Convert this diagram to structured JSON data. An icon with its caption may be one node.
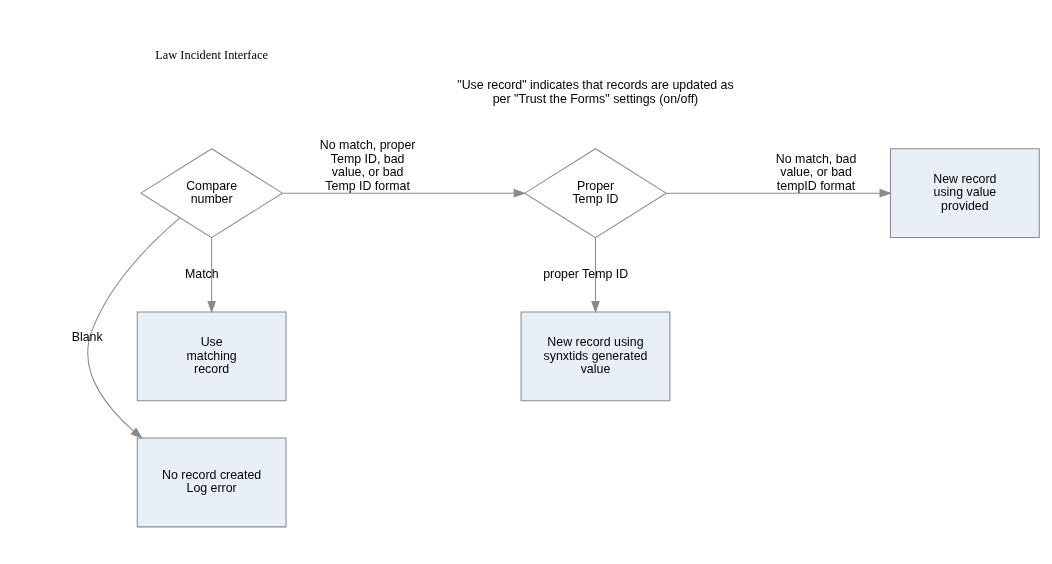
{
  "diagram": {
    "nodes": [
      {
        "text": [
          "No record created Log error"
        ]
      },
      {
        "text": [
          "Compare number"
        ]
      },
      {
        "text": [
          "Use matching record"
        ]
      },
      {
        "text": [
          "Proper Temp ID"
        ]
      },
      {
        "text": [
          "New record using synxtids generated value"
        ]
      },
      {
        "text": [
          "New record using value provided"
        ]
      }
    ],
    "edges": [
      {
        "from": 1,
        "to": 0,
        "arrow": "to",
        "label": "Blank"
      },
      {
        "from": 1,
        "to": 2,
        "arrow": "to",
        "label": "Match"
      },
      {
        "from": 1,
        "to": 3,
        "arrow": "to",
        "label": "No match, proper Temp ID, bad value, or bad Temp ID format"
      },
      {
        "from": 3,
        "to": 5,
        "arrow": "to",
        "label": "No match, bad value, or bad tempID format"
      },
      {
        "from": 3,
        "to": 4,
        "arrow": "to",
        "label": "proper Temp ID"
      }
    ],
    "labels": [
      "\"Use record\" indicates that records are updated as per \"Trust the Forms\" settings (on/off)",
      "Law Incident Interface"
    ]
  }
}
